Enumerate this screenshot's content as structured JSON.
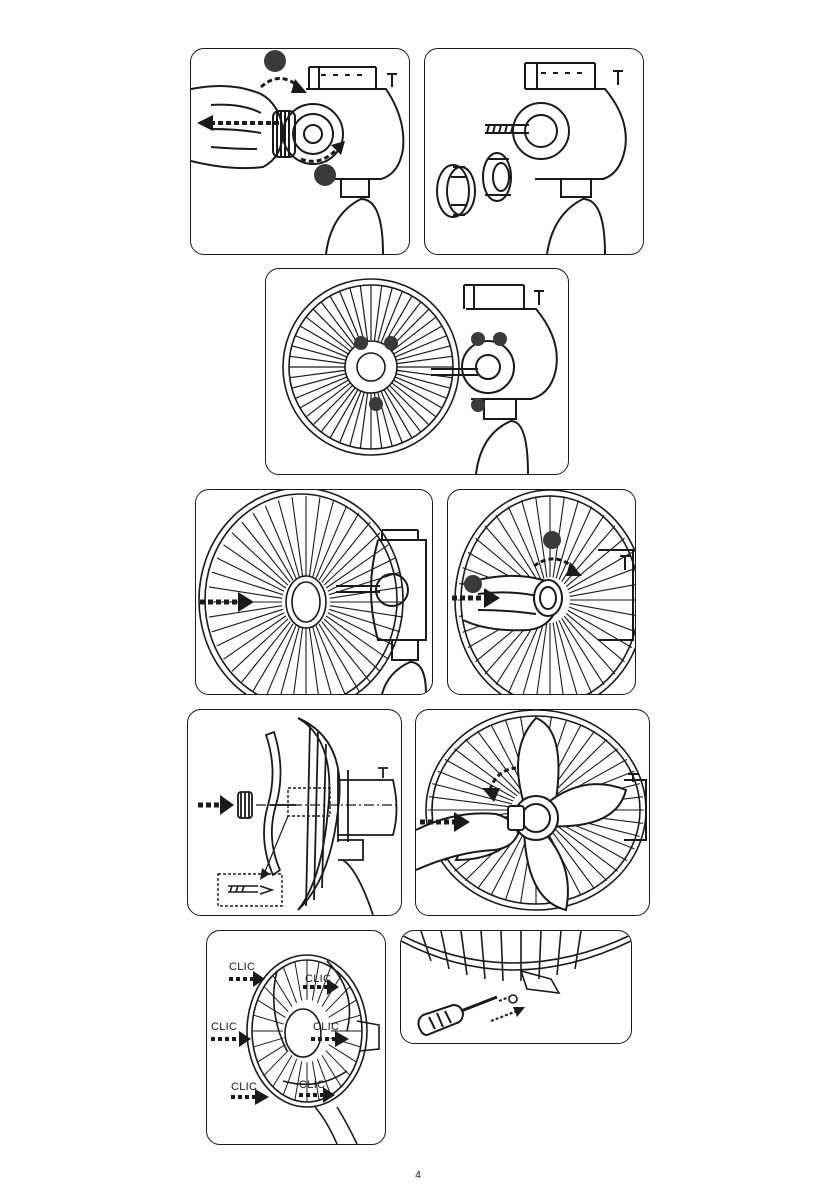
{
  "page": {
    "number": "4"
  },
  "labels": {
    "clic_1": "CLIC",
    "clic_2": "CLIC",
    "clic_3": "CLIC",
    "clic_4": "CLIC",
    "clic_5": "CLIC",
    "clic_6": "CLIC"
  },
  "colors": {
    "line": "#1a1a1a",
    "marker": "#3a3a3a",
    "background": "#ffffff"
  },
  "icons": {
    "arrow": "dashed-arrow-icon",
    "rotation": "rotation-arrow-icon",
    "marker": "step-marker-icon"
  }
}
